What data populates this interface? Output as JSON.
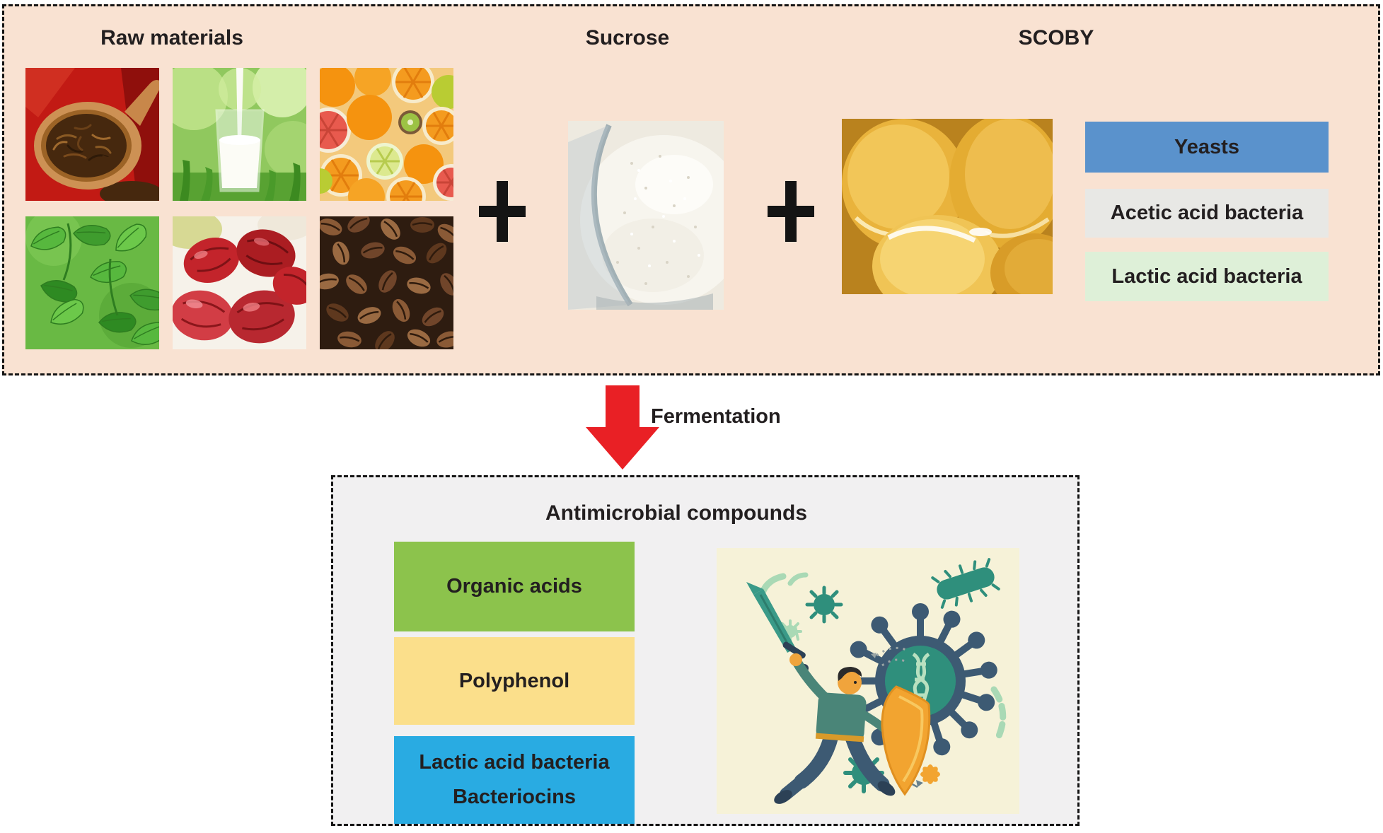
{
  "top": {
    "raw_materials_title": "Raw materials",
    "sucrose_title": "Sucrose",
    "scoby_title": "SCOBY",
    "raw_material_images": [
      "tea-leaves-in-wooden-spoon",
      "glass-of-milk",
      "citrus-fruits",
      "mint-leaves",
      "red-dates",
      "coffee-beans"
    ],
    "sucrose_image": "bowl-of-white-sugar",
    "scoby_image": "scoby-pellicle-discs",
    "plus_sign": "+",
    "scoby_labels": [
      {
        "label": "Yeasts",
        "color": "#5a92cc"
      },
      {
        "label": "Acetic acid bacteria",
        "color": "#e8e8e5"
      },
      {
        "label": "Lactic acid bacteria",
        "color": "#def0d8"
      }
    ]
  },
  "fermentation": {
    "label": "Fermentation",
    "arrow_color": "#e92025"
  },
  "bottom": {
    "title": "Antimicrobial compounds",
    "compound_boxes": [
      {
        "line1": "Organic acids",
        "line2": "",
        "color": "#8cc34c"
      },
      {
        "line1": "Polyphenol",
        "line2": "",
        "color": "#fbdf8b"
      },
      {
        "line1": "Lactic acid bacteria",
        "line2": "Bacteriocins",
        "color": "#29abe2"
      }
    ],
    "illustration": "man-with-sword-and-shield-fighting-microbes"
  },
  "colors": {
    "top_background": "#f9e2d2",
    "bottom_background": "#f1f0f1",
    "border": "#141414",
    "text": "#231f20",
    "arrow_red": "#e92025",
    "illustration_background": "#f6f2d8"
  }
}
